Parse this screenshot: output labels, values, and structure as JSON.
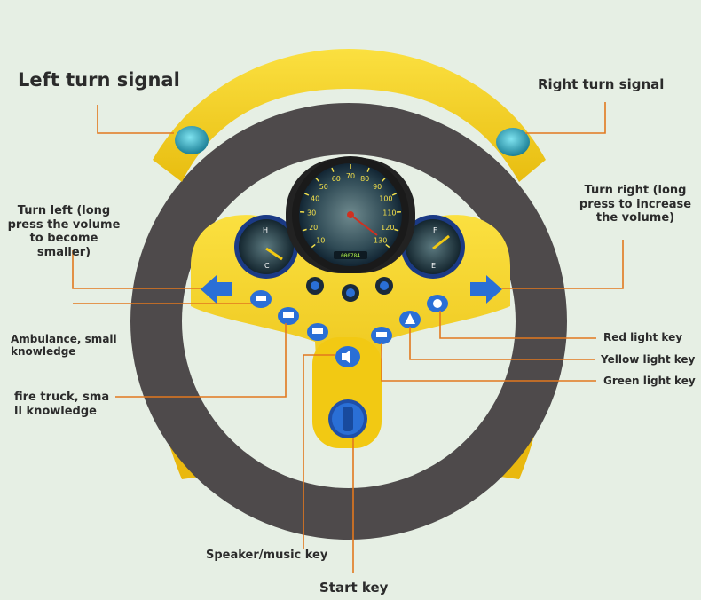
{
  "labels": {
    "left_turn_signal": "Left turn signal",
    "right_turn_signal": "Right turn signal",
    "turn_left_line1": "Turn left (long",
    "turn_left_line2": "press the volume",
    "turn_left_line3": "to become smaller)",
    "turn_right_line1": "Turn right (long",
    "turn_right_line2": "press to increase",
    "turn_right_line3": "the volume)",
    "ambulance_line1": "Ambulance, small",
    "ambulance_line2": "knowledge",
    "fire_truck_line1": "fire truck, sma",
    "fire_truck_line2": "ll knowledge",
    "red_light_key": "Red light key",
    "yellow_light_key": "Yellow light key",
    "green_light_key": "Green light key",
    "speaker_music_key": "Speaker/music key",
    "start_key": "Start key"
  },
  "speedometer": {
    "ticks": [
      "10",
      "20",
      "30",
      "40",
      "50",
      "60",
      "70",
      "80",
      "90",
      "100",
      "110",
      "120",
      "130"
    ],
    "odometer": "000784"
  },
  "gauges": {
    "left_top": "H",
    "left_bottom": "C",
    "right_top": "F",
    "right_bottom": "E"
  },
  "colors": {
    "yellow": "#f5d21c",
    "rim_gray": "#4e4a4b",
    "button_blue": "#2a6fd6",
    "callout_orange": "#e2781e",
    "background": "#e6efe4"
  }
}
